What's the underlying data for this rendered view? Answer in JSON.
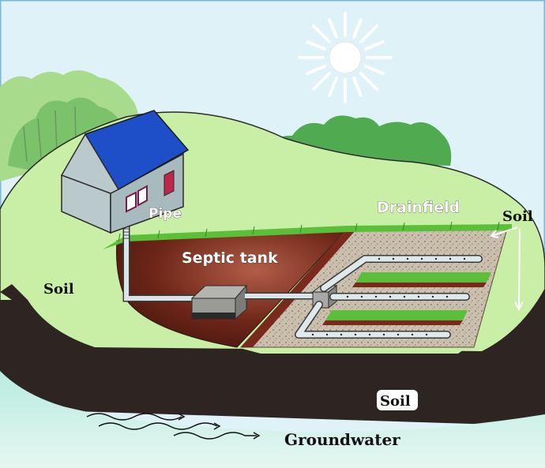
{
  "labels": {
    "pipe": "Pipe",
    "septic_tank": "Septic tank",
    "drainfield": "Drainfield",
    "soil_left": "Soil",
    "soil_right": "Soil",
    "soil_bottom": "Soil",
    "groundwater": "Groundwater"
  },
  "colors": {
    "sky": "#dff2f7",
    "grass": "#c9efa6",
    "dark_soil": "#2e2522",
    "excavation": "#7a2a1c",
    "gravel": "#cbbfae",
    "pipe": "#d8e4e8",
    "roof": "#1f4fc8",
    "house_wall": "#b9c9cc",
    "groundwater": "#cfeee4"
  }
}
